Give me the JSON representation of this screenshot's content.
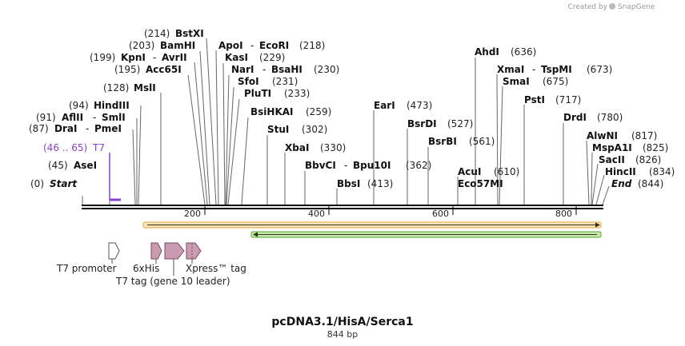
{
  "credit": {
    "prefix": "Created by",
    "brand": "SnapGene"
  },
  "title": "pcDNA3.1/HisA/Serca1",
  "length_label": "844 bp",
  "axis_ticks": [
    "200",
    "400",
    "600",
    "800"
  ],
  "site_labels": [
    {
      "key": "start",
      "pos": "(0)",
      "name": "Start"
    },
    {
      "key": "asei",
      "pos": "(45)",
      "name": "AseI"
    },
    {
      "key": "t7",
      "pos": "(46 .. 65)",
      "name": "T7"
    },
    {
      "key": "drai",
      "pos": "(87)",
      "name": "DraI",
      "sep": "-",
      "name2": "PmeI"
    },
    {
      "key": "aflii",
      "pos": "(91)",
      "name": "AflII",
      "sep": "-",
      "name2": "SmlI"
    },
    {
      "key": "hindiii",
      "pos": "(94)",
      "name": "HindIII"
    },
    {
      "key": "msli",
      "pos": "(128)",
      "name": "MslI"
    },
    {
      "key": "acc65i",
      "pos": "(195)",
      "name": "Acc65I"
    },
    {
      "key": "kpni",
      "pos": "(199)",
      "name": "KpnI",
      "sep": "-",
      "name2": "AvrII"
    },
    {
      "key": "bamhi",
      "pos": "(203)",
      "name": "BamHI"
    },
    {
      "key": "bstxi",
      "pos": "(214)",
      "name": "BstXI"
    },
    {
      "key": "apoi",
      "name": "ApoI",
      "sep": "-",
      "name2": "EcoRI",
      "pos": "(218)"
    },
    {
      "key": "kasi",
      "name": "KasI",
      "pos": "(229)"
    },
    {
      "key": "nari",
      "name": "NarI",
      "sep": "-",
      "name2": "BsaHI",
      "pos": "(230)"
    },
    {
      "key": "sfoi",
      "name": "SfoI",
      "pos": "(231)"
    },
    {
      "key": "pluti",
      "name": "PluTI",
      "pos": "(233)"
    },
    {
      "key": "bsihkai",
      "name": "BsiHKAI",
      "pos": "(259)"
    },
    {
      "key": "stui",
      "name": "StuI",
      "pos": "(302)"
    },
    {
      "key": "xbai",
      "name": "XbaI",
      "pos": "(330)"
    },
    {
      "key": "bbvci",
      "name": "BbvCI",
      "sep": "-",
      "name2": "Bpu10I",
      "pos": "(362)"
    },
    {
      "key": "bbsi",
      "name": "BbsI",
      "pos": "(413)"
    },
    {
      "key": "eari",
      "name": "EarI",
      "pos": "(473)"
    },
    {
      "key": "bsrdi",
      "name": "BsrDI",
      "pos": "(527)"
    },
    {
      "key": "bsrbi",
      "name": "BsrBI",
      "pos": "(561)"
    },
    {
      "key": "acui",
      "name": "AcuI",
      "pos": "(610)"
    },
    {
      "key": "eco57mi",
      "name": "Eco57MI"
    },
    {
      "key": "ahdi",
      "name": "AhdI",
      "pos": "(636)"
    },
    {
      "key": "xmai",
      "name": "XmaI",
      "sep": "-",
      "name2": "TspMI",
      "pos": "(673)"
    },
    {
      "key": "smai",
      "name": "SmaI",
      "pos": "(675)"
    },
    {
      "key": "psti",
      "name": "PstI",
      "pos": "(717)"
    },
    {
      "key": "drdi",
      "name": "DrdI",
      "pos": "(780)"
    },
    {
      "key": "alwni",
      "name": "AlwNI",
      "pos": "(817)"
    },
    {
      "key": "mspa1i",
      "name": "MspA1I",
      "pos": "(825)"
    },
    {
      "key": "sacii",
      "name": "SacII",
      "pos": "(826)"
    },
    {
      "key": "hincii",
      "name": "HincII",
      "pos": "(834)"
    },
    {
      "key": "end",
      "name": "End",
      "pos": "(844)"
    }
  ],
  "features": [
    {
      "key": "t7promoter",
      "label": "T7 promoter"
    },
    {
      "key": "6xhis",
      "label": "6xHis"
    },
    {
      "key": "t7tag",
      "label": "T7 tag (gene 10 leader)"
    },
    {
      "key": "xpress",
      "label": "Xpress™ tag"
    }
  ],
  "colors": {
    "orf_forward": "#e8a33c",
    "orf_forward_fill": "#fbe6b8",
    "orf_reverse": "#4ea82a",
    "orf_reverse_fill": "#cfe8b0",
    "tag_fill": "#c99ab0",
    "tag_stroke": "#7a4a62",
    "primer": "#8a3fd0"
  }
}
